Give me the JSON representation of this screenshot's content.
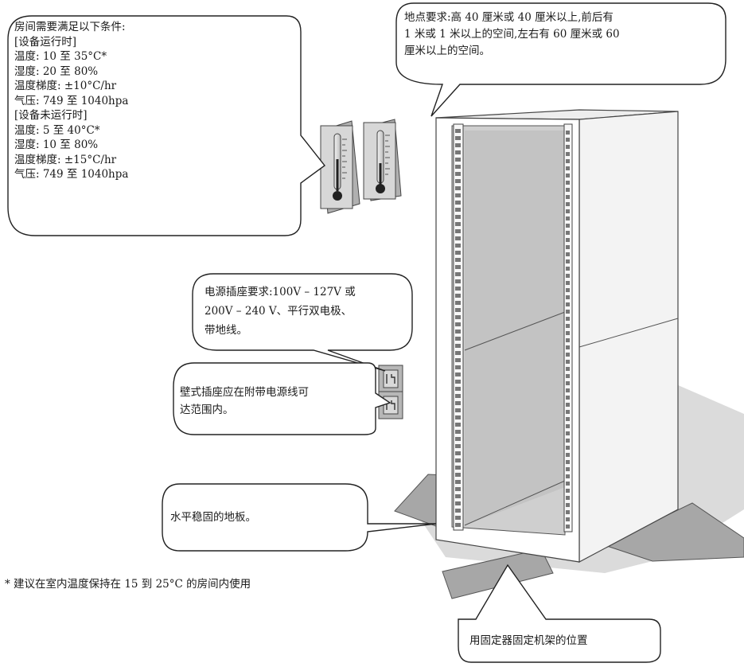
{
  "room_conditions": {
    "lines": [
      "房间需要满足以下条件:",
      "[设备运行时]",
      "温度: 10 至 35°C*",
      "湿度: 20 至 80%",
      "温度梯度: ±10°C/hr",
      "气压: 749 至 1040hpa",
      "[设备未运行时]",
      "温度: 5 至 40°C*",
      "湿度: 10 至 80%",
      "温度梯度: ±15°C/hr",
      "气压: 749 至 1040hpa"
    ]
  },
  "location_requirement": {
    "lines": [
      "地点要求:高 40 厘米或 40 厘米以上,前后有",
      "1 米或 1 米以上的空间,左右有 60 厘米或 60",
      "厘米以上的空间。"
    ]
  },
  "power_outlet": {
    "lines": [
      "电源插座要求:100V – 127V 或",
      "200V – 240 V、平行双电极、",
      "带地线。"
    ]
  },
  "wall_outlet": {
    "lines": [
      "壁式插座应在附带电源线可",
      "达范围内。"
    ]
  },
  "floor": {
    "text": "水平稳固的地板。"
  },
  "fixing": {
    "text": "用固定器固定机架的位置"
  },
  "footnote": "* 建议在室内温度保持在 15 到 25°C 的房间内使用"
}
